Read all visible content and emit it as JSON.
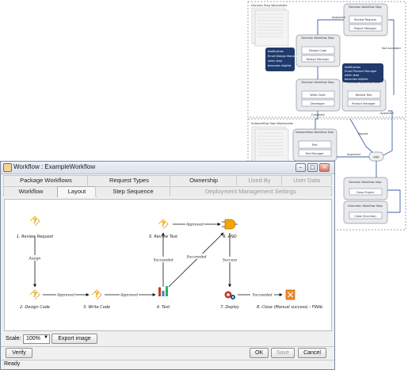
{
  "background": {
    "top_group_label": "Decision Step Worksheets",
    "bottom_group_label": "Subworkflow Step Worksheets",
    "boxes": {
      "design_code": {
        "type": "Decision Workflow Step",
        "name": "Design Code",
        "role": "Design Manager"
      },
      "review_request": {
        "type": "Decision Workflow Step",
        "name": "Review Request",
        "role": "Project Manager"
      },
      "write_code": {
        "type": "Decision Workflow Step",
        "name": "Write Code",
        "role": "Developer"
      },
      "review_test": {
        "type": "Decision Workflow Step",
        "name": "Review Test",
        "role": "Product Manager"
      },
      "test": {
        "type": "Subworkflow Workflow Step",
        "name": "Test",
        "role": "Test Manager"
      },
      "close_project": {
        "type": "Decision Workflow Step",
        "name": "Close Project"
      },
      "close_success": {
        "type": "Execution Workflow Step",
        "name": "Close (Success)"
      }
    },
    "notifications": {
      "left": {
        "title": "Notification",
        "lines": [
          "Email Design Manager",
          "when step",
          "becomes eligible"
        ]
      },
      "right": {
        "title": "Notification",
        "lines": [
          "Email Product Manager",
          "when step",
          "becomes eligible"
        ]
      }
    },
    "edge_labels": {
      "approved_top": "Approved",
      "not_accepted": "Not Accepted",
      "complete": "Complete",
      "passed": "Passed",
      "approved_right": "Approved",
      "approved_bottom": "Approved",
      "and_gate": "AND"
    }
  },
  "window": {
    "title": "Workflow : ExampleWorkflow",
    "controls": {
      "minimize": "–",
      "maximize": "□",
      "close": "×"
    },
    "tabs_row1": [
      {
        "label": "Package Workflows",
        "enabled": true
      },
      {
        "label": "Request Types",
        "enabled": true
      },
      {
        "label": "Ownership",
        "enabled": true
      },
      {
        "label": "Used By",
        "enabled": false
      },
      {
        "label": "User Data",
        "enabled": false
      }
    ],
    "tabs_row2": [
      {
        "label": "Workflow",
        "enabled": true
      },
      {
        "label": "Layout",
        "enabled": true,
        "active": true
      },
      {
        "label": "Step Sequence",
        "enabled": true
      },
      {
        "label": "Deployment Management Settings",
        "enabled": false
      }
    ],
    "layout": {
      "nodes": {
        "n1": "1. Review Request",
        "n2": "2. Design Code",
        "n3": "3. Write Code",
        "n4": "4. Test",
        "n5": "5. Review Test",
        "n6": "6. AND",
        "n7": "7. Deploy",
        "n8": "8. Close (Manual success) - FINAL"
      },
      "edges": {
        "e1_2": "Assign",
        "e2_3": "Approved",
        "e3_4": "Approved",
        "e4_5": "Succeeded",
        "e4_6": "Succeeded",
        "e5_6": "Approved",
        "e6_7": "Success",
        "e7_8": "Succeeded"
      }
    },
    "scale": {
      "label": "Scale:",
      "value": "100%"
    },
    "export_button": "Export image",
    "verify_button": "Verify",
    "ok_button": "OK",
    "save_button": "Save",
    "cancel_button": "Cancel",
    "status": "Ready"
  }
}
